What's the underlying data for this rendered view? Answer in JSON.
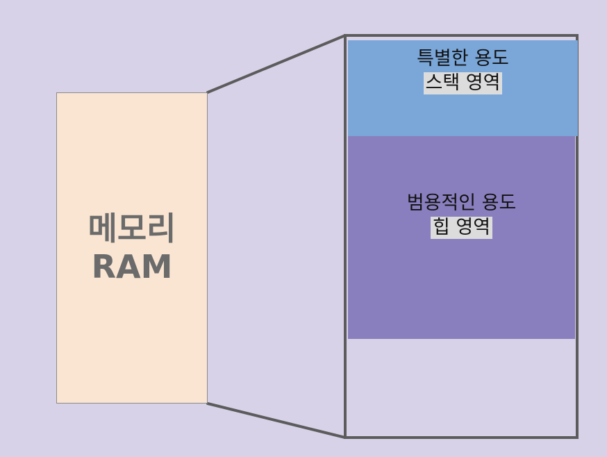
{
  "memory": {
    "label_ko": "메모리",
    "label_en": "RAM"
  },
  "regions": {
    "stack": {
      "purpose": "특별한 용도",
      "name": "스택 영역"
    },
    "heap": {
      "purpose": "범용적인 용도",
      "name": "힙 영역"
    }
  },
  "colors": {
    "background": "#d8d2e8",
    "memory_fill": "#f9e5d2",
    "stack_fill": "#7aa6d8",
    "heap_fill": "#8a7fbe",
    "outline": "#5c5c5c",
    "memory_text": "#6b6b6b"
  }
}
